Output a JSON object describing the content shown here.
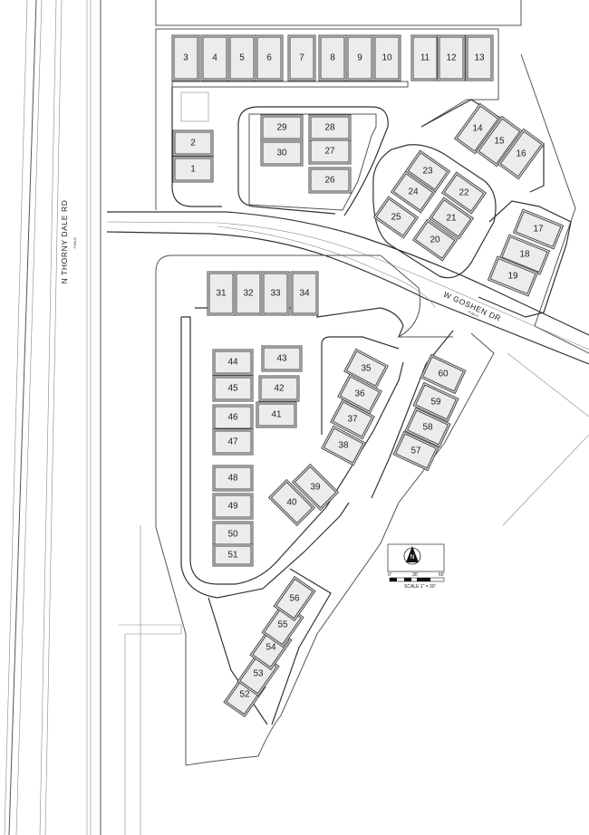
{
  "streets": {
    "west": {
      "name": "N THORNY DALE RD",
      "sub": "PUBLIC"
    },
    "east": {
      "name": "W GOSHEN DR",
      "sub": "PUBLIC"
    }
  },
  "north_arrow": {
    "letter": "N"
  },
  "scale_bar": {
    "ticks": [
      "0'",
      "30'",
      "60'"
    ],
    "caption": "SCALE  1\" = 30'"
  },
  "lots": [
    "1",
    "2",
    "3",
    "4",
    "5",
    "6",
    "7",
    "8",
    "9",
    "10",
    "11",
    "12",
    "13",
    "14",
    "15",
    "16",
    "17",
    "18",
    "19",
    "20",
    "21",
    "22",
    "23",
    "24",
    "25",
    "26",
    "27",
    "28",
    "29",
    "30",
    "31",
    "32",
    "33",
    "34",
    "35",
    "36",
    "37",
    "38",
    "39",
    "40",
    "41",
    "42",
    "43",
    "44",
    "45",
    "46",
    "47",
    "48",
    "49",
    "50",
    "51",
    "52",
    "53",
    "54",
    "55",
    "56",
    "57",
    "58",
    "59",
    "60"
  ]
}
